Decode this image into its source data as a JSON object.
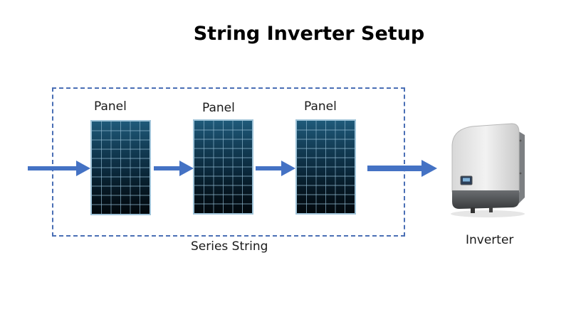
{
  "title": "String Inverter Setup",
  "series_group": {
    "label": "Series String",
    "panels": [
      {
        "label": "Panel",
        "grid_columns": 6,
        "grid_rows": 10
      },
      {
        "label": "Panel",
        "grid_columns": 6,
        "grid_rows": 10
      },
      {
        "label": "Panel",
        "grid_columns": 6,
        "grid_rows": 10
      }
    ]
  },
  "inverter": {
    "label": "Inverter"
  },
  "colors": {
    "arrow": "#4472c4",
    "dashed_border": "#4a6fb5",
    "panel_grid": "#8fb8cf"
  },
  "flow": [
    "input",
    "panel-1",
    "panel-2",
    "panel-3",
    "inverter"
  ]
}
